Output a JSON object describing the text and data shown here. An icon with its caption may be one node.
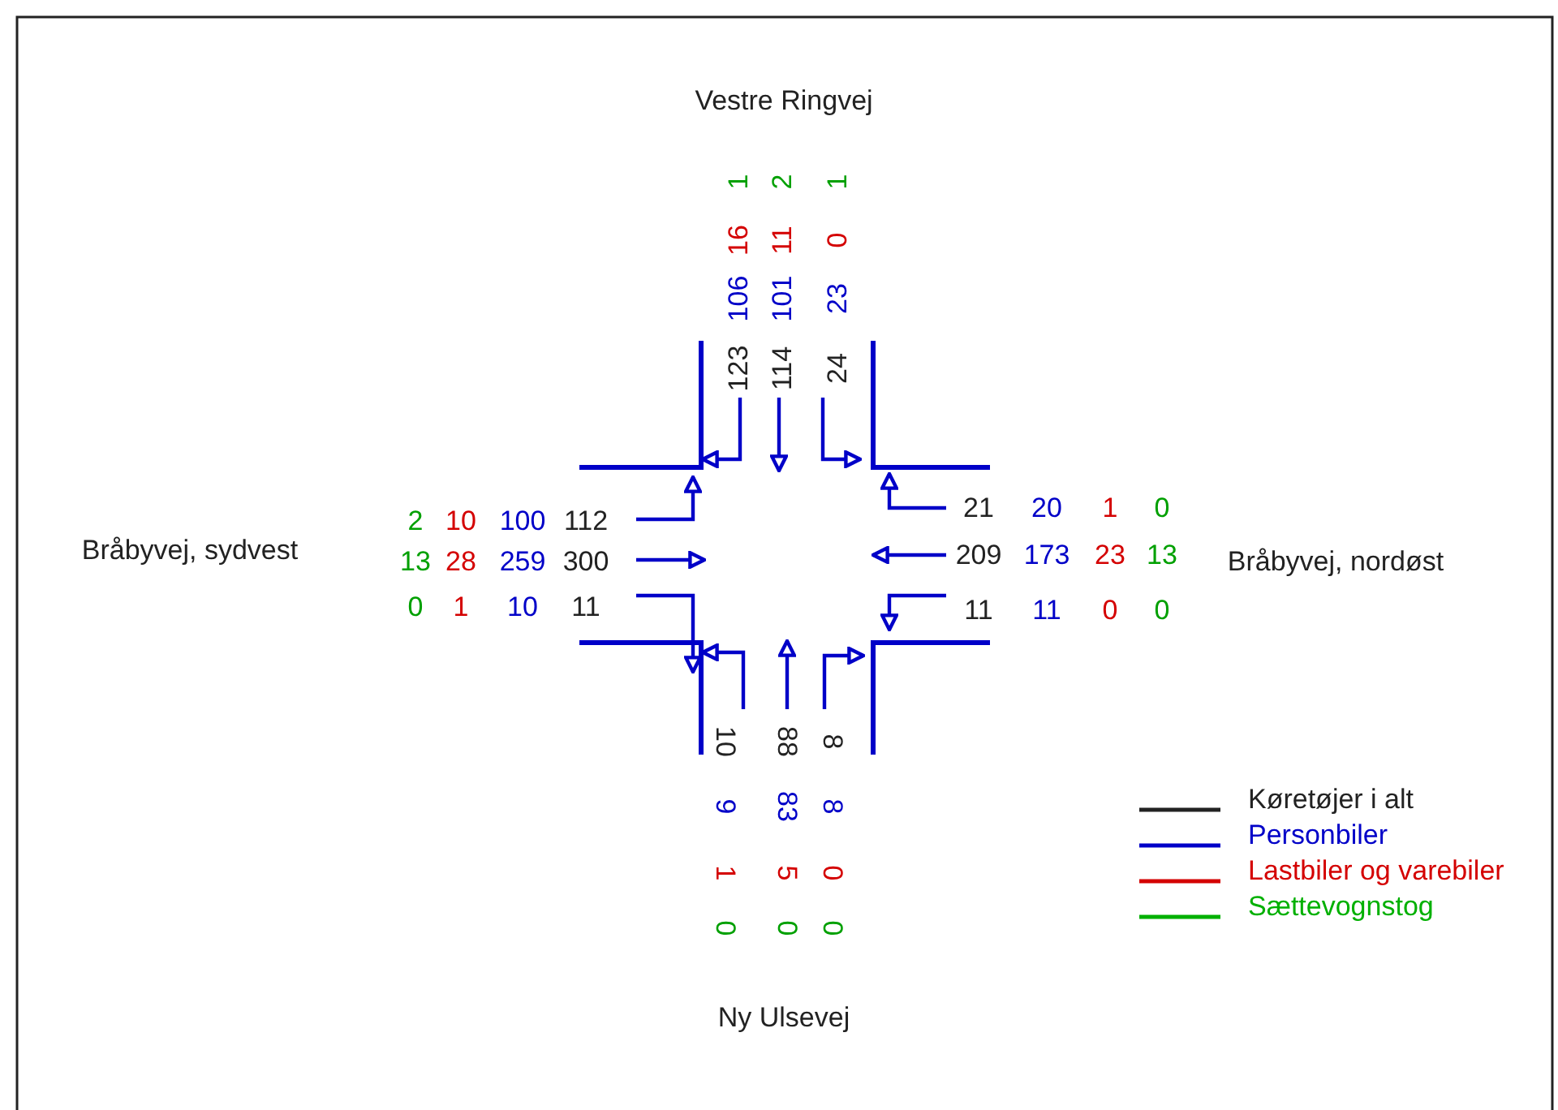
{
  "diagram": {
    "labels": [
      "Vestre Ringvej",
      "1",
      "2",
      "1",
      "16",
      "11",
      "0",
      "106",
      "101",
      "23",
      "123",
      "114",
      "24",
      "2",
      "10",
      "100",
      "112",
      "13",
      "28",
      "259",
      "300",
      "0",
      "1",
      "10",
      "11",
      "Bråbyvej, sydvest",
      "21",
      "20",
      "1",
      "0",
      "209",
      "173",
      "23",
      "13",
      "11",
      "11",
      "0",
      "0",
      "Bråbyvej, nordøst",
      "10",
      "88",
      "8",
      "9",
      "83",
      "8",
      "1",
      "5",
      "0",
      "0",
      "0",
      "0",
      "Ny Ulsevej"
    ],
    "legend": [
      {
        "text": "Køretøjer i alt"
      },
      {
        "text": "Personbiler"
      },
      {
        "text": "Lastbiler og varebiler"
      },
      {
        "text": "Sættevognstog"
      }
    ]
  }
}
